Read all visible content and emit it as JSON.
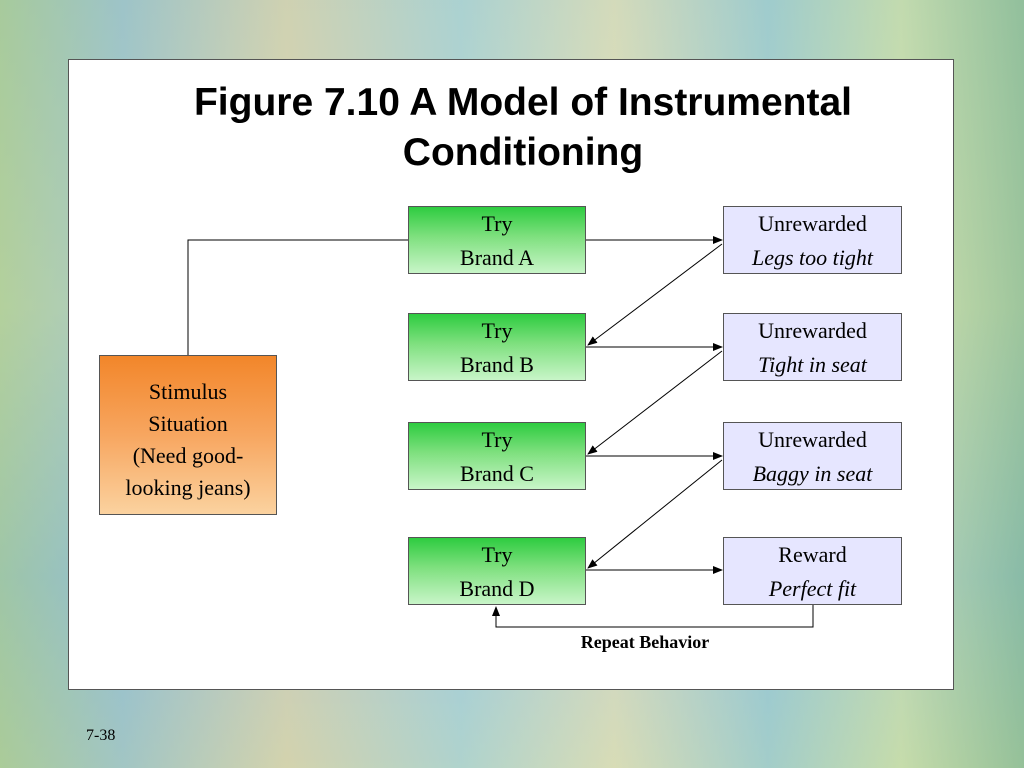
{
  "title": {
    "line1": "Figure 7.10  A Model of Instrumental",
    "line2": "Conditioning"
  },
  "stimulus": {
    "line1": "Stimulus",
    "line2": "Situation",
    "line3": "(Need good-",
    "line4": "looking jeans)"
  },
  "brands": [
    {
      "line1": "Try",
      "line2": "Brand A"
    },
    {
      "line1": "Try",
      "line2": "Brand B"
    },
    {
      "line1": "Try",
      "line2": "Brand C"
    },
    {
      "line1": "Try",
      "line2": "Brand D"
    }
  ],
  "outcomes": [
    {
      "status": "Unrewarded",
      "reason": "Legs too tight"
    },
    {
      "status": "Unrewarded",
      "reason": "Tight in seat"
    },
    {
      "status": "Unrewarded",
      "reason": "Baggy in seat"
    },
    {
      "status": "Reward",
      "reason": "Perfect fit"
    }
  ],
  "repeat_label": "Repeat Behavior",
  "page_number": "7-38",
  "colors": {
    "brand_green": "#2ecc40",
    "stimulus_orange": "#f2862a",
    "outcome_lavender": "#e6e6ff"
  }
}
